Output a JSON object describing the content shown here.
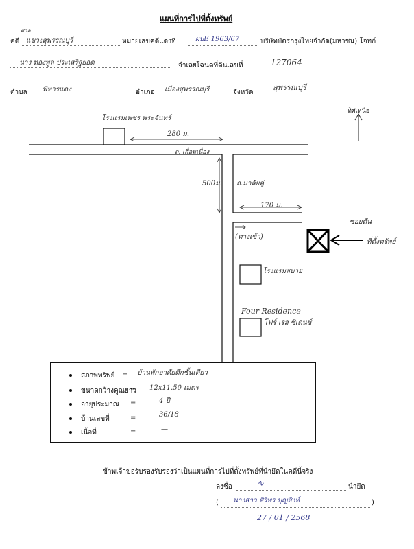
{
  "header": {
    "title": "แผนที่การไปที่ตั้งทรัพย์",
    "case_label": "คดี",
    "case_court_hand": "ศาล",
    "case_court_value": "แขวงสุพรรณบุรี",
    "red_case_label": "หมายเลขคดีแดงที่",
    "red_case_value": "ผบE 1963/67",
    "plaintiff": "บริษัทบัตรกรุงไทยจำกัด(มหาชน) โจทก์",
    "defendant_value": "นาง ทองพูล ประเสริฐยอด",
    "defendant_suffix": "จำเลย",
    "deed_label": "โฉนดที่ดินเลขที่",
    "deed_value": "127064",
    "subdistrict_label": "ตำบล",
    "subdistrict_value": "พิหารแดง",
    "district_label": "อำเภอ",
    "district_value": "เมืองสุพรรณบุรี",
    "province_label": "จังหวัด",
    "province_value": "สุพรรณบุรี"
  },
  "map": {
    "north_label": "ทิศเหนือ",
    "landmark_top": "โรงแรมเพชร พระจันทร์",
    "distance_top": "280 ม.",
    "road_main": "ถ. เสื่อมเนื่อง",
    "distance_vertical": "500ม.",
    "road_branch": "ถ.มาลัยคู่",
    "distance_right": "170 ม.",
    "soi_label": "ซอยตัน",
    "property_label": "ที่ตั้งทรัพย์",
    "left_turn_label": "(ทางเข้า)",
    "landmark_mid": "โรงแรมสบาย",
    "landmark_bottom_1": "Four Residence",
    "landmark_bottom_2": "โฟร์ เรส ซิเดนซ์"
  },
  "details": [
    {
      "label": "สภาพทรัพย์",
      "sep": "=",
      "value": "บ้านพักอาศัยตึกชั้นเดียว"
    },
    {
      "label": "ขนาดกว้างคูณยาว",
      "sep": "=",
      "value": "12x11.50 เมตร"
    },
    {
      "label": "อายุประมาณ",
      "sep": "=",
      "value": "4 ปี"
    },
    {
      "label": "บ้านเลขที่",
      "sep": "=",
      "value": "36/18"
    },
    {
      "label": "เนื้อที่",
      "sep": "=",
      "value": "—"
    }
  ],
  "footer": {
    "certify": "ข้าพเจ้าขอรับรองรับรองว่าเป็นแผนที่การไปที่ตั้งทรัพย์ที่นำยึดในคดีนี้จริง",
    "sign_label": "ลงชื่อ",
    "sign_role": "นำยึด",
    "signer_name": "นางสาว ศิริพร บุญสิงห์",
    "date": "27 / 01 / 2568"
  }
}
